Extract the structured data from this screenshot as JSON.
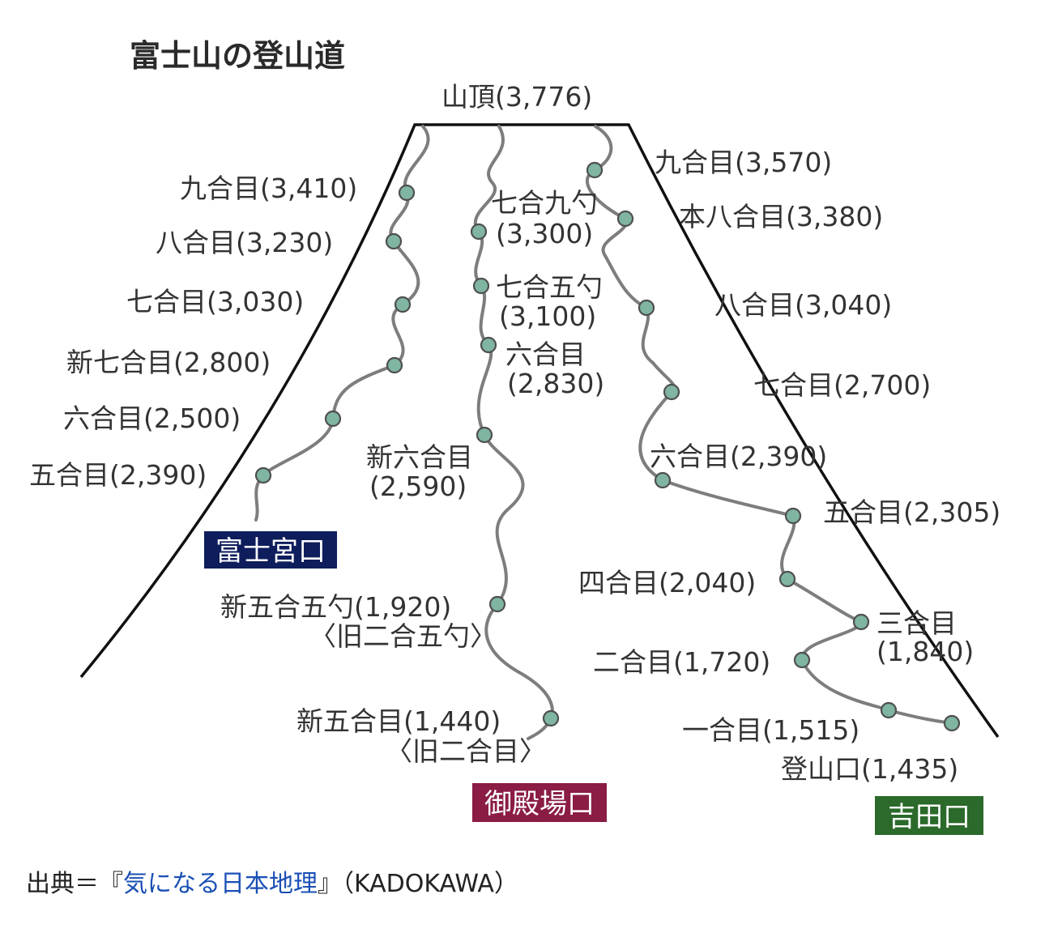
{
  "title": "富士山の登山道",
  "summit_label": "山頂(3,776)",
  "colors": {
    "station": "#7fb5a1",
    "fujinomiya": "#0e1d5c",
    "gotemba": "#8a1c46",
    "yoshida": "#2b6a2a",
    "link": "#1a4fb5"
  },
  "trails": [
    {
      "id": "fujinomiya",
      "name": "富士宮口",
      "stations": [
        {
          "label": "九合目(3,410)"
        },
        {
          "label": "八合目(3,230)"
        },
        {
          "label": "七合目(3,030)"
        },
        {
          "label": "新七合目(2,800)"
        },
        {
          "label": "六合目(2,500)"
        },
        {
          "label": "五合目(2,390)"
        }
      ]
    },
    {
      "id": "gotemba",
      "name": "御殿場口",
      "stations": [
        {
          "lines": [
            "七合九勺",
            "(3,300)"
          ]
        },
        {
          "lines": [
            "七合五勺",
            "(3,100)"
          ]
        },
        {
          "lines": [
            "六合目",
            "(2,830)"
          ]
        },
        {
          "lines": [
            "新六合目",
            "(2,590)"
          ]
        },
        {
          "lines": [
            "新五合五勺(1,920)",
            "〈旧二合五勺〉"
          ]
        },
        {
          "lines": [
            "新五合目(1,440)",
            "〈旧二合目〉"
          ]
        }
      ]
    },
    {
      "id": "yoshida",
      "name": "吉田口",
      "stations": [
        {
          "label": "九合目(3,570)"
        },
        {
          "label": "本八合目(3,380)"
        },
        {
          "label": "八合目(3,040)"
        },
        {
          "label": "七合目(2,700)"
        },
        {
          "label": "六合目(2,390)"
        },
        {
          "label": "五合目(2,305)"
        },
        {
          "label": "四合目(2,040)"
        },
        {
          "lines": [
            "三合目",
            "(1,840)"
          ]
        },
        {
          "label": "二合目(1,720)"
        },
        {
          "label": "一合目(1,515)"
        },
        {
          "label": "登山口(1,435)"
        }
      ]
    }
  ],
  "source": {
    "prefix": "出典＝『",
    "book": "気になる日本地理",
    "suffix": "』（KADOKAWA）"
  }
}
